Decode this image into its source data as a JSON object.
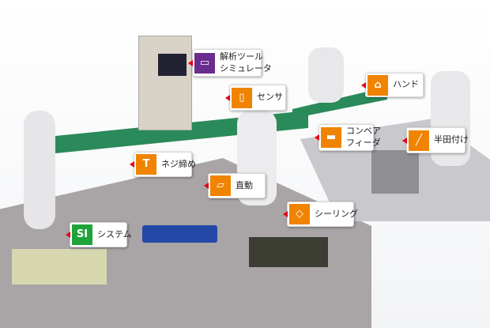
{
  "callouts": {
    "analysis": {
      "line1": "解析ツール",
      "line2": "シミュレータ",
      "icon": "laptop-icon"
    },
    "sensor": {
      "label": "センサ",
      "icon": "sensor-icon"
    },
    "hand": {
      "label": "ハンド",
      "icon": "hand-icon"
    },
    "conveyor": {
      "line1": "コンベア",
      "line2": "フィーダ",
      "icon": "conveyor-icon"
    },
    "soldering": {
      "label": "半田付け",
      "icon": "soldering-iron-icon"
    },
    "screw": {
      "label": "ネジ締め",
      "icon": "screw-icon"
    },
    "linear": {
      "label": "直動",
      "icon": "linear-actuator-icon"
    },
    "sealing": {
      "label": "シーリング",
      "icon": "sealing-icon"
    },
    "si": {
      "badge": "SI",
      "label": "システム"
    }
  },
  "colors": {
    "orange": "#f08300",
    "purple": "#6a2c8e",
    "green": "#1fa43a",
    "pointer": "#e60012"
  }
}
